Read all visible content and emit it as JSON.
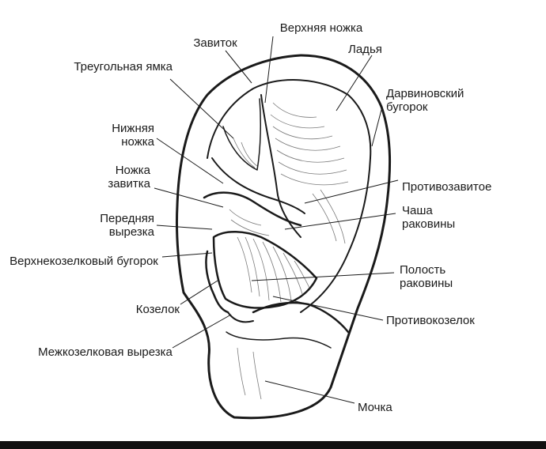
{
  "colors": {
    "ink": "#1a1a1a",
    "background": "#ffffff",
    "bar": "#111111"
  },
  "labels": {
    "helix": "Завиток",
    "superior_crus": "Верхняя ножка",
    "scapha": "Ладья",
    "triangular_fossa": "Треугольная ямка",
    "darwin_tubercle": "Дарвиновский бугорок",
    "inferior_crus": "Нижняя ножка",
    "crus_of_helix": "Ножка завитка",
    "antihelix": "Противозавитое",
    "cymba_conchae": "Чаша раковины",
    "anterior_notch": "Передняя вырезка",
    "supratragic_tubercle": "Верхнекозелковый бугорок",
    "cavity_of_concha": "Полость раковины",
    "tragus": "Козелок",
    "antitragus": "Противокозелок",
    "intertragic_notch": "Межкозелковая вырезка",
    "lobule": "Мочка"
  }
}
